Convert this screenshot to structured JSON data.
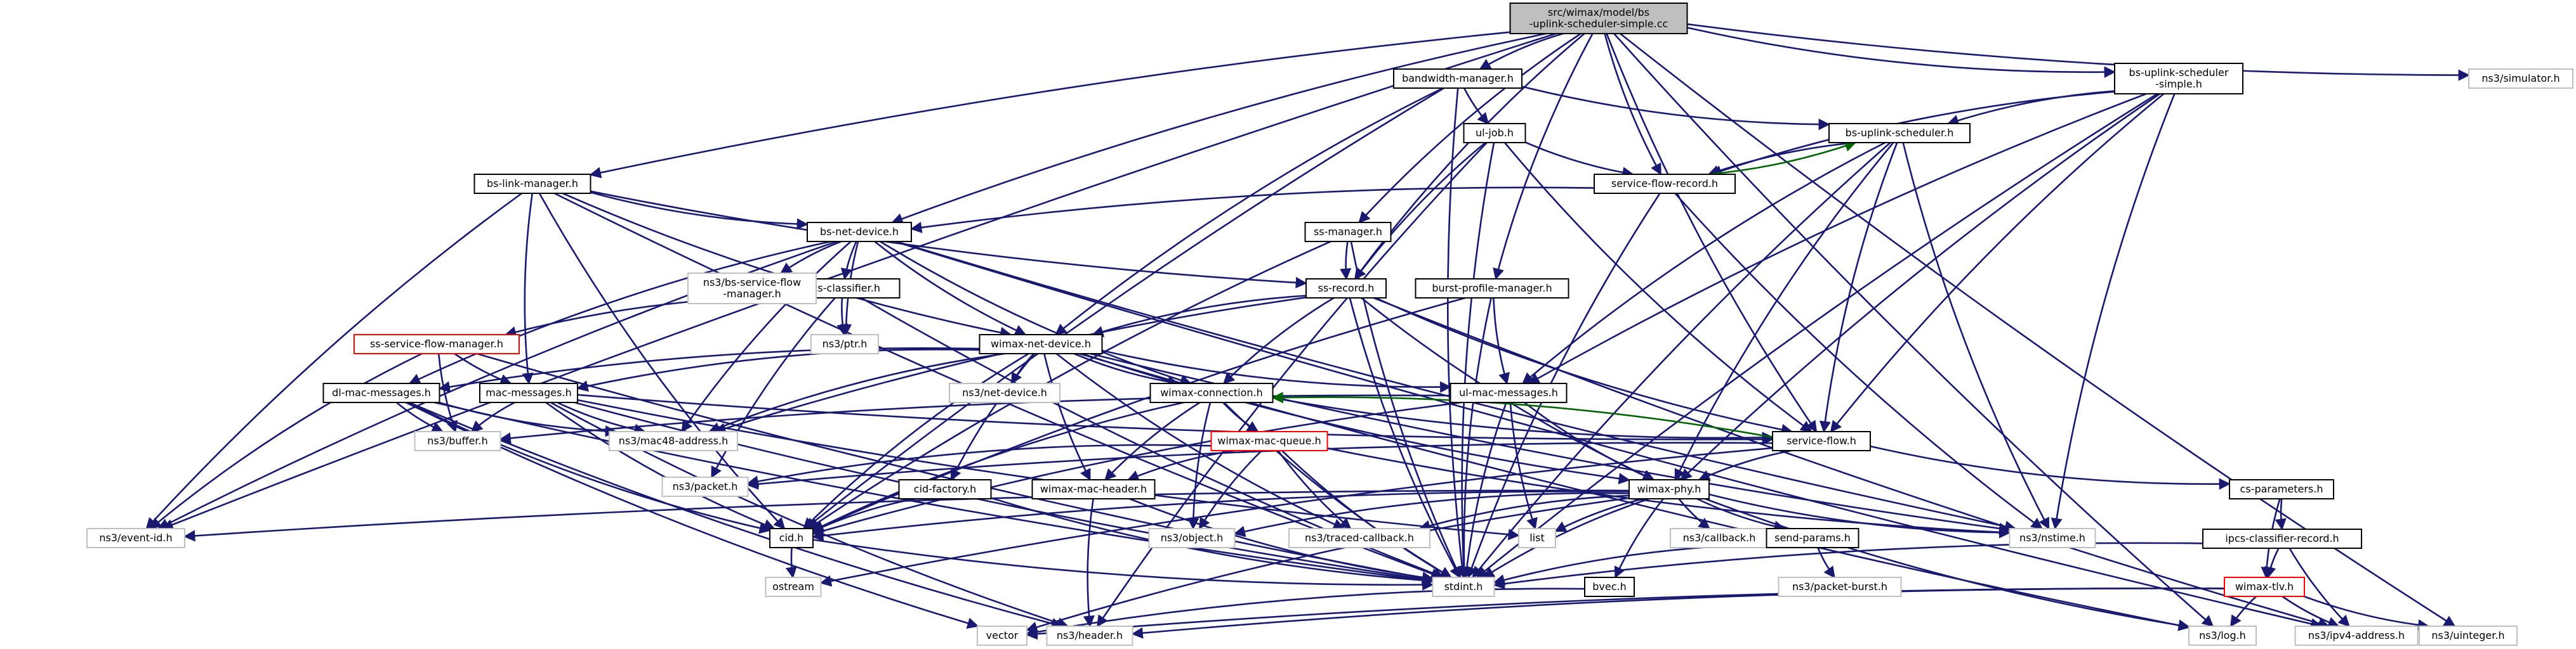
{
  "graph": {
    "title": "src/wimax/model/bs-uplink-scheduler-simple.cc",
    "colors": {
      "root_fill": "#bfbfbf",
      "node_fill": "#ffffff",
      "doc_border": "#000000",
      "missing_border": "#bfbfbf",
      "partial_border": "#ff0000",
      "edge": "#191970",
      "edge_alt": "#006400"
    },
    "nodes": {
      "root": {
        "lines": [
          "src/wimax/model/bs",
          "-uplink-scheduler-simple.cc"
        ],
        "kind": "root"
      },
      "bandwidth_manager": {
        "lines": [
          "bandwidth-manager.h"
        ],
        "kind": "doc"
      },
      "bs_uplink_scheduler_simple": {
        "lines": [
          "bs-uplink-scheduler",
          "-simple.h"
        ],
        "kind": "doc"
      },
      "simulator": {
        "lines": [
          "ns3/simulator.h"
        ],
        "kind": "missing"
      },
      "ul_job": {
        "lines": [
          "ul-job.h"
        ],
        "kind": "doc"
      },
      "bs_uplink_scheduler": {
        "lines": [
          "bs-uplink-scheduler.h"
        ],
        "kind": "doc"
      },
      "bs_link_manager": {
        "lines": [
          "bs-link-manager.h"
        ],
        "kind": "doc"
      },
      "service_flow_record": {
        "lines": [
          "service-flow-record.h"
        ],
        "kind": "doc"
      },
      "bs_net_device": {
        "lines": [
          "bs-net-device.h"
        ],
        "kind": "doc"
      },
      "ss_manager": {
        "lines": [
          "ss-manager.h"
        ],
        "kind": "doc"
      },
      "ipcs_classifier": {
        "lines": [
          "ipcs-classifier.h"
        ],
        "kind": "doc"
      },
      "bs_service_flow_manager": {
        "lines": [
          "ns3/bs-service-flow",
          "-manager.h"
        ],
        "kind": "missing"
      },
      "ss_record": {
        "lines": [
          "ss-record.h"
        ],
        "kind": "doc"
      },
      "burst_profile_manager": {
        "lines": [
          "burst-profile-manager.h"
        ],
        "kind": "doc"
      },
      "ss_service_flow_manager": {
        "lines": [
          "ss-service-flow-manager.h"
        ],
        "kind": "partial"
      },
      "ptr": {
        "lines": [
          "ns3/ptr.h"
        ],
        "kind": "missing"
      },
      "wimax_net_device": {
        "lines": [
          "wimax-net-device.h"
        ],
        "kind": "doc"
      },
      "dl_mac_messages": {
        "lines": [
          "dl-mac-messages.h"
        ],
        "kind": "doc"
      },
      "mac_messages": {
        "lines": [
          "mac-messages.h"
        ],
        "kind": "doc"
      },
      "net_device": {
        "lines": [
          "ns3/net-device.h"
        ],
        "kind": "missing"
      },
      "wimax_connection": {
        "lines": [
          "wimax-connection.h"
        ],
        "kind": "doc"
      },
      "ul_mac_messages": {
        "lines": [
          "ul-mac-messages.h"
        ],
        "kind": "doc"
      },
      "buffer": {
        "lines": [
          "ns3/buffer.h"
        ],
        "kind": "missing"
      },
      "mac48_address": {
        "lines": [
          "ns3/mac48-address.h"
        ],
        "kind": "missing"
      },
      "service_flow": {
        "lines": [
          "service-flow.h"
        ],
        "kind": "doc"
      },
      "wimax_mac_queue": {
        "lines": [
          "wimax-mac-queue.h"
        ],
        "kind": "partial"
      },
      "cs_parameters": {
        "lines": [
          "cs-parameters.h"
        ],
        "kind": "doc"
      },
      "packet": {
        "lines": [
          "ns3/packet.h"
        ],
        "kind": "missing"
      },
      "cid_factory": {
        "lines": [
          "cid-factory.h"
        ],
        "kind": "doc"
      },
      "wimax_mac_header": {
        "lines": [
          "wimax-mac-header.h"
        ],
        "kind": "doc"
      },
      "wimax_phy": {
        "lines": [
          "wimax-phy.h"
        ],
        "kind": "doc"
      },
      "ipcs_classifier_record": {
        "lines": [
          "ipcs-classifier-record.h"
        ],
        "kind": "doc"
      },
      "event_id": {
        "lines": [
          "ns3/event-id.h"
        ],
        "kind": "missing"
      },
      "cid": {
        "lines": [
          "cid.h"
        ],
        "kind": "doc"
      },
      "object": {
        "lines": [
          "ns3/object.h"
        ],
        "kind": "missing"
      },
      "traced_callback": {
        "lines": [
          "ns3/traced-callback.h"
        ],
        "kind": "missing"
      },
      "list": {
        "lines": [
          "list"
        ],
        "kind": "missing"
      },
      "callback": {
        "lines": [
          "ns3/callback.h"
        ],
        "kind": "missing"
      },
      "send_params": {
        "lines": [
          "send-params.h"
        ],
        "kind": "doc"
      },
      "nstime": {
        "lines": [
          "ns3/nstime.h"
        ],
        "kind": "missing"
      },
      "ostream": {
        "lines": [
          "ostream"
        ],
        "kind": "missing"
      },
      "stdint": {
        "lines": [
          "stdint.h"
        ],
        "kind": "missing"
      },
      "packet_burst": {
        "lines": [
          "ns3/packet-burst.h"
        ],
        "kind": "missing"
      },
      "bvec": {
        "lines": [
          "bvec.h"
        ],
        "kind": "doc"
      },
      "wimax_tlv": {
        "lines": [
          "wimax-tlv.h"
        ],
        "kind": "partial"
      },
      "vector": {
        "lines": [
          "vector"
        ],
        "kind": "missing"
      },
      "header": {
        "lines": [
          "ns3/header.h"
        ],
        "kind": "missing"
      },
      "log": {
        "lines": [
          "ns3/log.h"
        ],
        "kind": "missing"
      },
      "ipv4_address": {
        "lines": [
          "ns3/ipv4-address.h"
        ],
        "kind": "missing"
      },
      "uinteger": {
        "lines": [
          "ns3/uinteger.h"
        ],
        "kind": "missing"
      }
    },
    "edges": [
      [
        "root",
        "bandwidth_manager"
      ],
      [
        "root",
        "bs_uplink_scheduler_simple"
      ],
      [
        "root",
        "simulator"
      ],
      [
        "root",
        "bs_link_manager"
      ],
      [
        "root",
        "service_flow_record"
      ],
      [
        "root",
        "bs_net_device"
      ],
      [
        "root",
        "ss_manager"
      ],
      [
        "root",
        "ss_record"
      ],
      [
        "root",
        "burst_profile_manager"
      ],
      [
        "root",
        "service_flow"
      ],
      [
        "root",
        "event_id"
      ],
      [
        "root",
        "log"
      ],
      [
        "root",
        "uinteger"
      ],
      [
        "bandwidth_manager",
        "ul_job"
      ],
      [
        "bandwidth_manager",
        "bs_uplink_scheduler"
      ],
      [
        "bandwidth_manager",
        "wimax_net_device"
      ],
      [
        "bandwidth_manager",
        "cid"
      ],
      [
        "bandwidth_manager",
        "stdint"
      ],
      [
        "bs_uplink_scheduler_simple",
        "bs_uplink_scheduler"
      ],
      [
        "bs_uplink_scheduler_simple",
        "service_flow_record"
      ],
      [
        "bs_uplink_scheduler_simple",
        "service_flow"
      ],
      [
        "bs_uplink_scheduler_simple",
        "wimax_phy"
      ],
      [
        "bs_uplink_scheduler_simple",
        "nstime"
      ],
      [
        "bs_uplink_scheduler_simple",
        "stdint"
      ],
      [
        "bs_uplink_scheduler_simple",
        "ul_mac_messages"
      ],
      [
        "ul_job",
        "service_flow_record"
      ],
      [
        "ul_job",
        "ss_record"
      ],
      [
        "ul_job",
        "stdint"
      ],
      [
        "ul_job",
        "service_flow"
      ],
      [
        "ul_job",
        "header"
      ],
      [
        "bs_uplink_scheduler",
        "service_flow_record"
      ],
      [
        "bs_uplink_scheduler",
        "service_flow"
      ],
      [
        "bs_uplink_scheduler",
        "wimax_phy"
      ],
      [
        "bs_uplink_scheduler",
        "nstime"
      ],
      [
        "bs_uplink_scheduler",
        "stdint"
      ],
      [
        "bs_uplink_scheduler",
        "ul_mac_messages"
      ],
      [
        "service_flow_record",
        "bs_uplink_scheduler",
        "alt"
      ],
      [
        "service_flow_record",
        "nstime"
      ],
      [
        "service_flow_record",
        "stdint"
      ],
      [
        "service_flow_record",
        "bs_net_device"
      ],
      [
        "bs_link_manager",
        "bs_net_device"
      ],
      [
        "bs_link_manager",
        "ss_record"
      ],
      [
        "bs_link_manager",
        "wimax_net_device"
      ],
      [
        "bs_link_manager",
        "mac_messages"
      ],
      [
        "bs_link_manager",
        "cid"
      ],
      [
        "bs_link_manager",
        "event_id"
      ],
      [
        "bs_link_manager",
        "stdint"
      ],
      [
        "bs_net_device",
        "wimax_net_device"
      ],
      [
        "bs_net_device",
        "ipcs_classifier"
      ],
      [
        "bs_net_device",
        "bs_service_flow_manager"
      ],
      [
        "bs_net_device",
        "dl_mac_messages"
      ],
      [
        "bs_net_device",
        "mac48_address"
      ],
      [
        "bs_net_device",
        "nstime"
      ],
      [
        "bs_net_device",
        "event_id"
      ],
      [
        "bs_net_device",
        "wimax_connection"
      ],
      [
        "bs_net_device",
        "ipv4_address"
      ],
      [
        "bs_net_device",
        "ptr"
      ],
      [
        "ss_manager",
        "ss_record"
      ],
      [
        "ss_manager",
        "cid"
      ],
      [
        "ss_manager",
        "stdint"
      ],
      [
        "ss_record",
        "wimax_net_device"
      ],
      [
        "ss_record",
        "wimax_connection"
      ],
      [
        "ss_record",
        "service_flow"
      ],
      [
        "ss_record",
        "wimax_phy"
      ],
      [
        "ss_record",
        "stdint"
      ],
      [
        "ss_record",
        "mac48_address"
      ],
      [
        "ss_record",
        "ipv4_address"
      ],
      [
        "burst_profile_manager",
        "ul_mac_messages"
      ],
      [
        "burst_profile_manager",
        "stdint"
      ],
      [
        "burst_profile_manager",
        "cid"
      ],
      [
        "ipcs_classifier",
        "ss_service_flow_manager"
      ],
      [
        "ipcs_classifier",
        "ptr"
      ],
      [
        "ipcs_classifier",
        "packet"
      ],
      [
        "ipcs_classifier",
        "stdint"
      ],
      [
        "ss_service_flow_manager",
        "mac_messages"
      ],
      [
        "ss_service_flow_manager",
        "buffer"
      ],
      [
        "ss_service_flow_manager",
        "event_id"
      ],
      [
        "ss_service_flow_manager",
        "stdint"
      ],
      [
        "wimax_net_device",
        "dl_mac_messages"
      ],
      [
        "wimax_net_device",
        "mac_messages"
      ],
      [
        "wimax_net_device",
        "net_device"
      ],
      [
        "wimax_net_device",
        "wimax_connection"
      ],
      [
        "wimax_net_device",
        "ul_mac_messages"
      ],
      [
        "wimax_net_device",
        "mac48_address"
      ],
      [
        "wimax_net_device",
        "wimax_phy"
      ],
      [
        "wimax_net_device",
        "cid_factory"
      ],
      [
        "wimax_net_device",
        "traced_callback"
      ],
      [
        "wimax_net_device",
        "nstime"
      ],
      [
        "wimax_net_device",
        "log"
      ],
      [
        "wimax_net_device",
        "wimax_mac_header"
      ],
      [
        "wimax_net_device",
        "cid"
      ],
      [
        "dl_mac_messages",
        "buffer"
      ],
      [
        "dl_mac_messages",
        "mac48_address"
      ],
      [
        "dl_mac_messages",
        "cid"
      ],
      [
        "dl_mac_messages",
        "stdint"
      ],
      [
        "dl_mac_messages",
        "vector"
      ],
      [
        "dl_mac_messages",
        "header"
      ],
      [
        "mac_messages",
        "buffer"
      ],
      [
        "mac_messages",
        "mac48_address"
      ],
      [
        "mac_messages",
        "cid"
      ],
      [
        "mac_messages",
        "stdint"
      ],
      [
        "mac_messages",
        "header"
      ],
      [
        "mac_messages",
        "service_flow"
      ],
      [
        "mac_messages",
        "list"
      ],
      [
        "wimax_connection",
        "wimax_mac_queue"
      ],
      [
        "wimax_connection",
        "service_flow"
      ],
      [
        "wimax_connection",
        "cid"
      ],
      [
        "wimax_connection",
        "object"
      ],
      [
        "wimax_connection",
        "stdint"
      ],
      [
        "wimax_connection",
        "wimax_mac_header"
      ],
      [
        "ul_mac_messages",
        "buffer"
      ],
      [
        "ul_mac_messages",
        "list"
      ],
      [
        "ul_mac_messages",
        "stdint"
      ],
      [
        "ul_mac_messages",
        "wimax_phy"
      ],
      [
        "ul_mac_messages",
        "cid"
      ],
      [
        "service_flow",
        "wimax_connection",
        "alt"
      ],
      [
        "service_flow",
        "cs_parameters"
      ],
      [
        "service_flow",
        "wimax_phy"
      ],
      [
        "service_flow",
        "packet"
      ],
      [
        "service_flow",
        "ostream"
      ],
      [
        "wimax_mac_queue",
        "wimax_mac_header"
      ],
      [
        "wimax_mac_queue",
        "packet"
      ],
      [
        "wimax_mac_queue",
        "object"
      ],
      [
        "wimax_mac_queue",
        "traced_callback"
      ],
      [
        "wimax_mac_queue",
        "stdint"
      ],
      [
        "wimax_mac_queue",
        "nstime"
      ],
      [
        "cs_parameters",
        "ipcs_classifier_record"
      ],
      [
        "cs_parameters",
        "wimax_tlv"
      ],
      [
        "cid_factory",
        "cid"
      ],
      [
        "cid_factory",
        "stdint"
      ],
      [
        "wimax_mac_header",
        "header"
      ],
      [
        "wimax_mac_header",
        "stdint"
      ],
      [
        "wimax_phy",
        "send_params"
      ],
      [
        "wimax_phy",
        "cid"
      ],
      [
        "wimax_phy",
        "object"
      ],
      [
        "wimax_phy",
        "traced_callback"
      ],
      [
        "wimax_phy",
        "callback"
      ],
      [
        "wimax_phy",
        "list"
      ],
      [
        "wimax_phy",
        "stdint"
      ],
      [
        "wimax_phy",
        "nstime"
      ],
      [
        "wimax_phy",
        "bvec"
      ],
      [
        "wimax_phy",
        "log"
      ],
      [
        "wimax_phy",
        "event_id"
      ],
      [
        "wimax_phy",
        "vector"
      ],
      [
        "ipcs_classifier_record",
        "wimax_tlv"
      ],
      [
        "ipcs_classifier_record",
        "ipv4_address"
      ],
      [
        "ipcs_classifier_record",
        "stdint"
      ],
      [
        "cid",
        "ostream"
      ],
      [
        "cid",
        "stdint"
      ],
      [
        "send_params",
        "stdint"
      ],
      [
        "send_params",
        "packet_burst"
      ],
      [
        "bvec",
        "vector"
      ],
      [
        "wimax_tlv",
        "log"
      ],
      [
        "wimax_tlv",
        "uinteger"
      ],
      [
        "wimax_tlv",
        "ipv4_address"
      ],
      [
        "wimax_tlv",
        "header"
      ],
      [
        "wimax_tlv",
        "vector"
      ]
    ]
  }
}
